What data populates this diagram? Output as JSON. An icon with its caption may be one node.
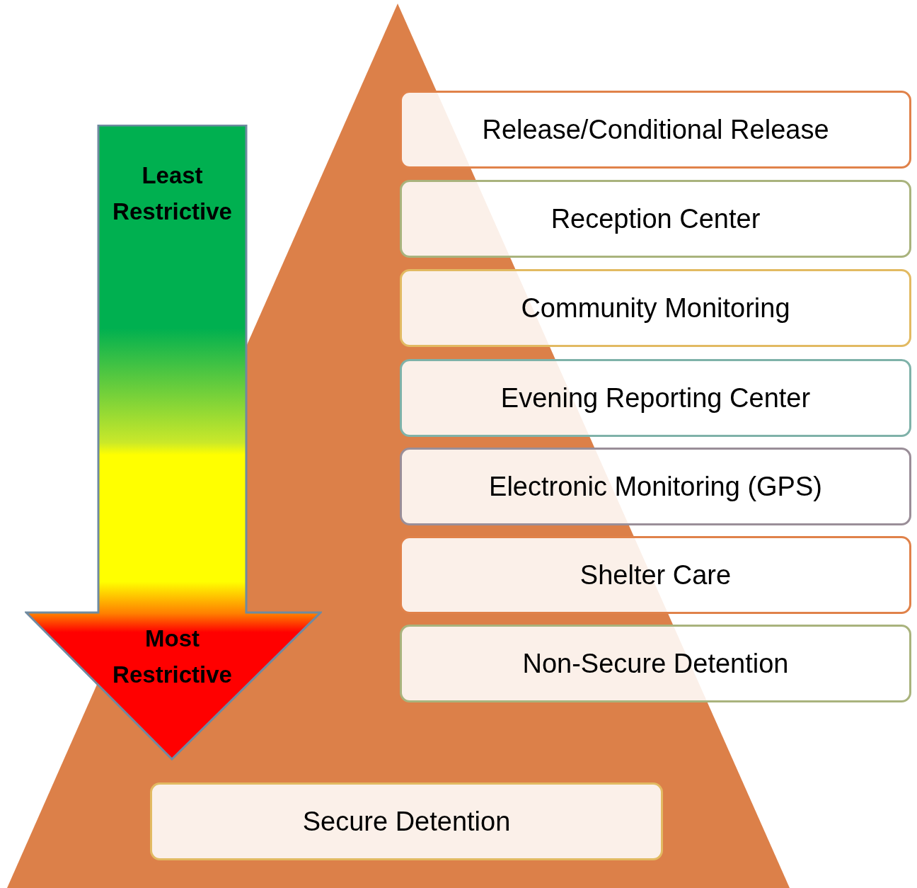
{
  "diagram": {
    "nodes": [
      {
        "text": [
          "Least Restrictive",
          "Most Restrictive"
        ]
      },
      {
        "text": [
          "Release/Conditional Release"
        ]
      },
      {
        "text": [
          "Reception Center"
        ]
      },
      {
        "text": [
          "Community Monitoring"
        ]
      },
      {
        "text": [
          "Evening Reporting Center"
        ]
      },
      {
        "text": [
          "Electronic Monitoring (GPS)"
        ]
      },
      {
        "text": [
          "Shelter Care"
        ]
      },
      {
        "text": [
          "Non-Secure Detention"
        ]
      },
      {
        "text": [
          "Secure Detention"
        ]
      }
    ]
  }
}
